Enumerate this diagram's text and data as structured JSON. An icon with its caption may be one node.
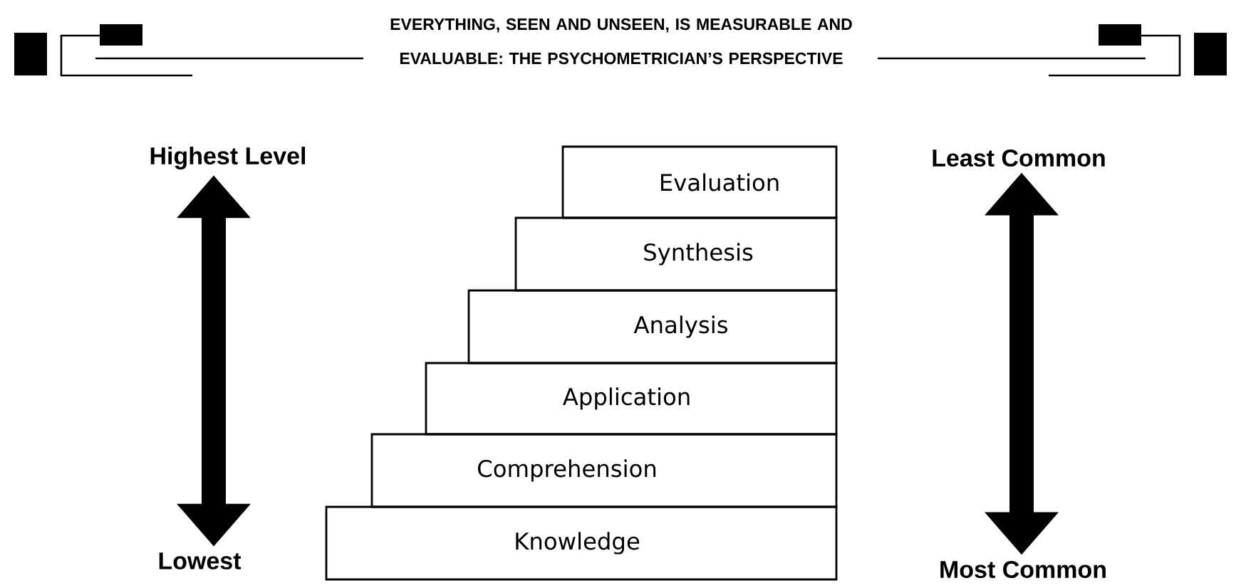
{
  "diagram": {
    "title": "EVERYTHING, SEEN AND UNSEEN, IS MEASURABLE AND EVALUABLE: THE PSYCHOMETRICIAN’S PERSPECTIVE",
    "nodes": [
      {
        "text": [
          "Highest Level"
        ]
      },
      {
        "text": [
          "Lowest"
        ]
      },
      {
        "text": [
          "Least Common"
        ]
      },
      {
        "text": [
          "Most Common"
        ]
      },
      {
        "text": [
          "Evaluation"
        ]
      },
      {
        "text": [
          "Synthesis"
        ]
      },
      {
        "text": [
          "Analysis"
        ]
      },
      {
        "text": [
          "Application"
        ]
      },
      {
        "text": [
          "Comprehension"
        ]
      },
      {
        "text": [
          "Knowledge"
        ]
      }
    ],
    "edges": [
      {
        "from": 0,
        "to": 1,
        "arrow": "both"
      },
      {
        "from": 2,
        "to": 3,
        "arrow": "both"
      }
    ]
  }
}
